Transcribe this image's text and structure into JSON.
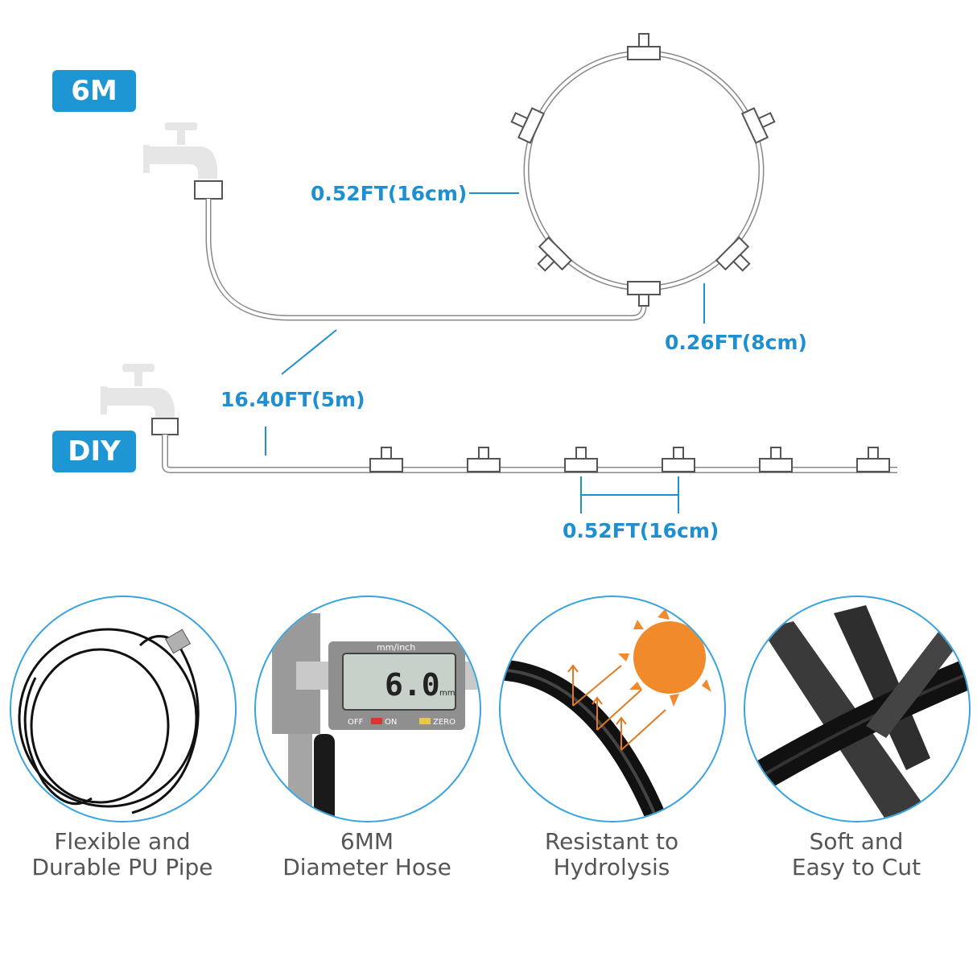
{
  "badges": {
    "top": "6M",
    "bottom": "DIY"
  },
  "dimensions": {
    "ring_length": "0.52FT(16cm)",
    "branch_length": "0.26FT(8cm)",
    "hose_length": "16.40FT(5m)",
    "spacing": "0.52FT(16cm)"
  },
  "caliper": {
    "unit_label": "mm/inch",
    "reading": "6.0",
    "reading_unit": "mm",
    "off": "OFF",
    "on": "ON",
    "zero": "ZERO"
  },
  "features": [
    {
      "line1": "Flexible and",
      "line2": "Durable PU Pipe",
      "icon": "coiled-hose"
    },
    {
      "line1": "6MM",
      "line2": "Diameter Hose",
      "icon": "caliper"
    },
    {
      "line1": "Resistant to",
      "line2": "Hydrolysis",
      "icon": "sun-hose"
    },
    {
      "line1": "Soft and",
      "line2": "Easy to Cut",
      "icon": "scissors-hose"
    }
  ],
  "colors": {
    "accent": "#1d96d3",
    "dimension_text": "#1e8fd0",
    "circle_border": "#3aa4de",
    "sun": "#f08a2a"
  }
}
